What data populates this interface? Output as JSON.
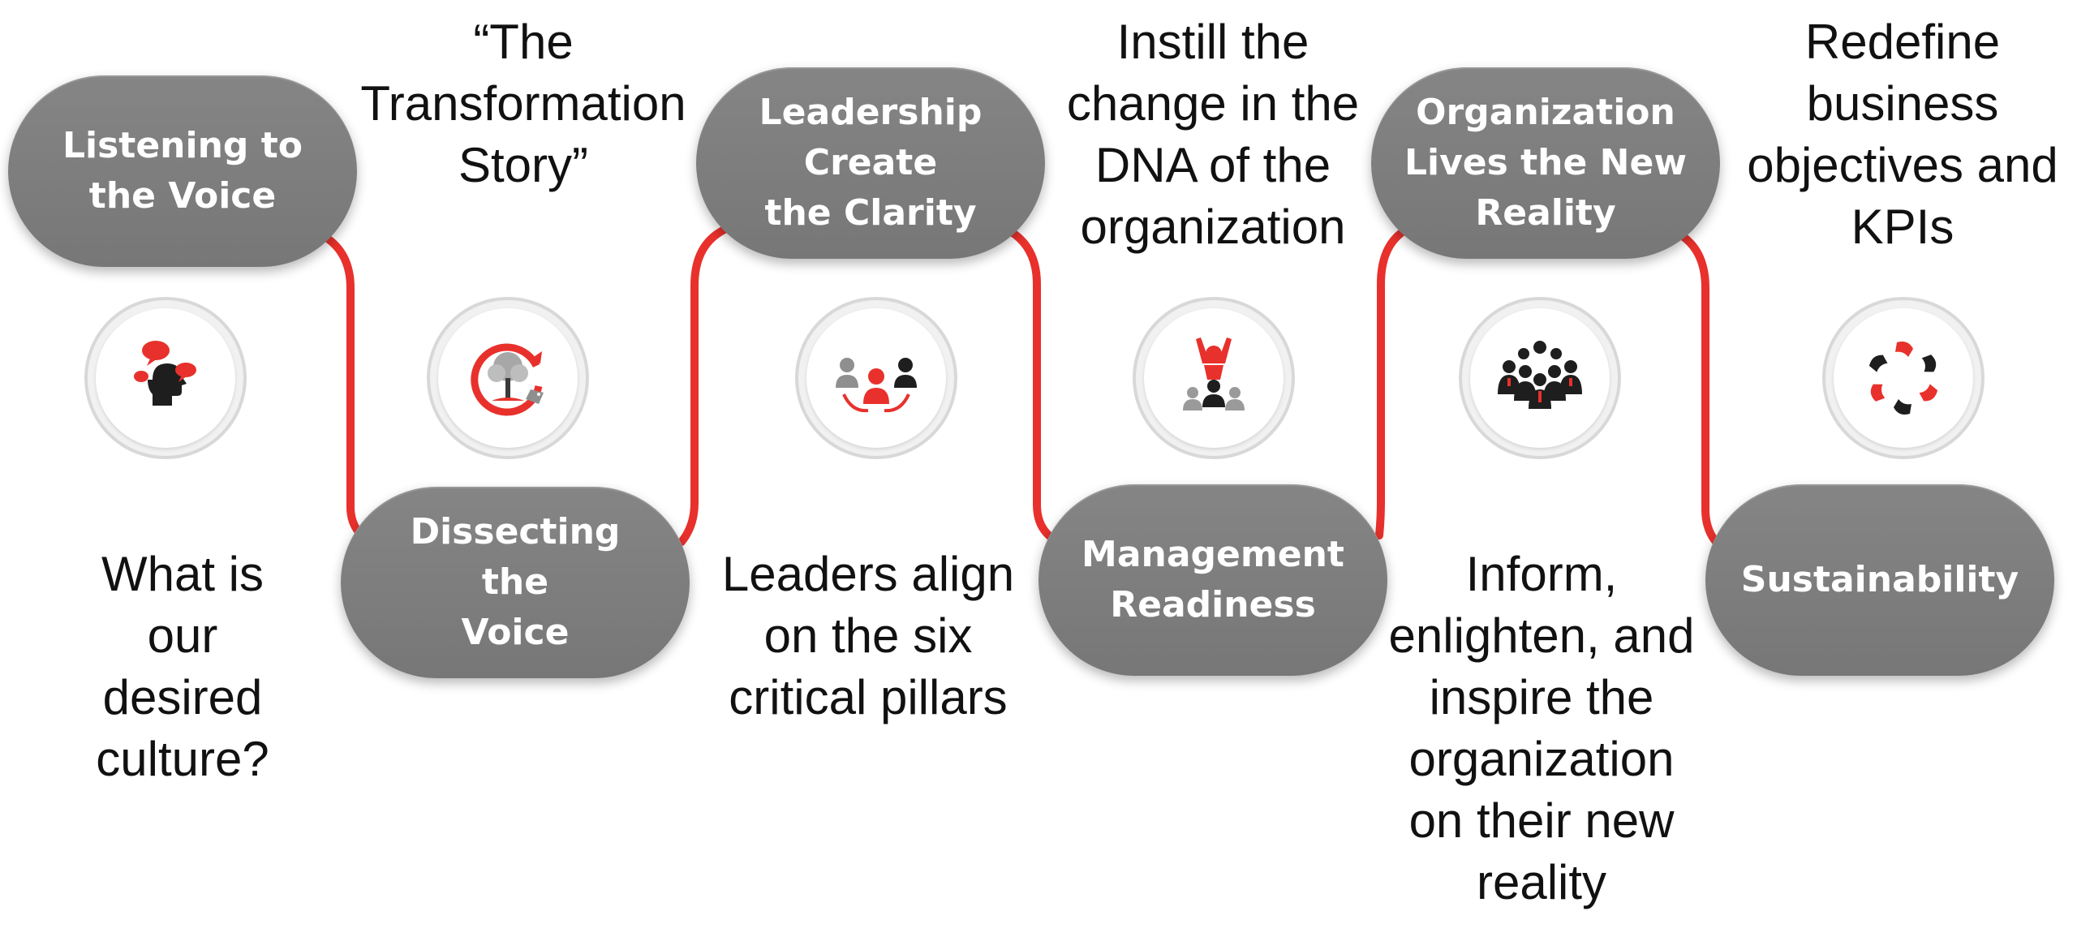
{
  "steps": [
    {
      "title": "Listening to\nthe Voice",
      "caption": "What is\nour\ndesired\nculture?",
      "icon": "listening-speech-bubbles-icon"
    },
    {
      "title": "Dissecting the\nVoice",
      "caption": "“The\nTransformation\nStory”",
      "icon": "tree-refresh-cycle-icon"
    },
    {
      "title": "Leadership\nCreate\nthe Clarity",
      "caption": "Leaders align\non the six\ncritical pillars",
      "icon": "leaders-aligned-group-icon"
    },
    {
      "title": "Management\nReadiness",
      "caption": "Instill the\nchange in the\nDNA of the\norganization",
      "icon": "raised-hands-leader-icon"
    },
    {
      "title": "Organization\nLives the New\nReality",
      "caption": "Inform,\nenlighten, and\ninspire the\norganization\non their new\nreality",
      "icon": "organization-crowd-icon"
    },
    {
      "title": "Sustainability",
      "caption": "Redefine\nbusiness\nobjectives and\nKPIs",
      "icon": "joined-hands-circle-icon"
    }
  ],
  "colors": {
    "connector": "#e8312c",
    "pill": "#7d7d7d",
    "icon_accent": "#e8312c",
    "icon_dark": "#1e1e1e",
    "icon_gray": "#9a9a9a"
  }
}
